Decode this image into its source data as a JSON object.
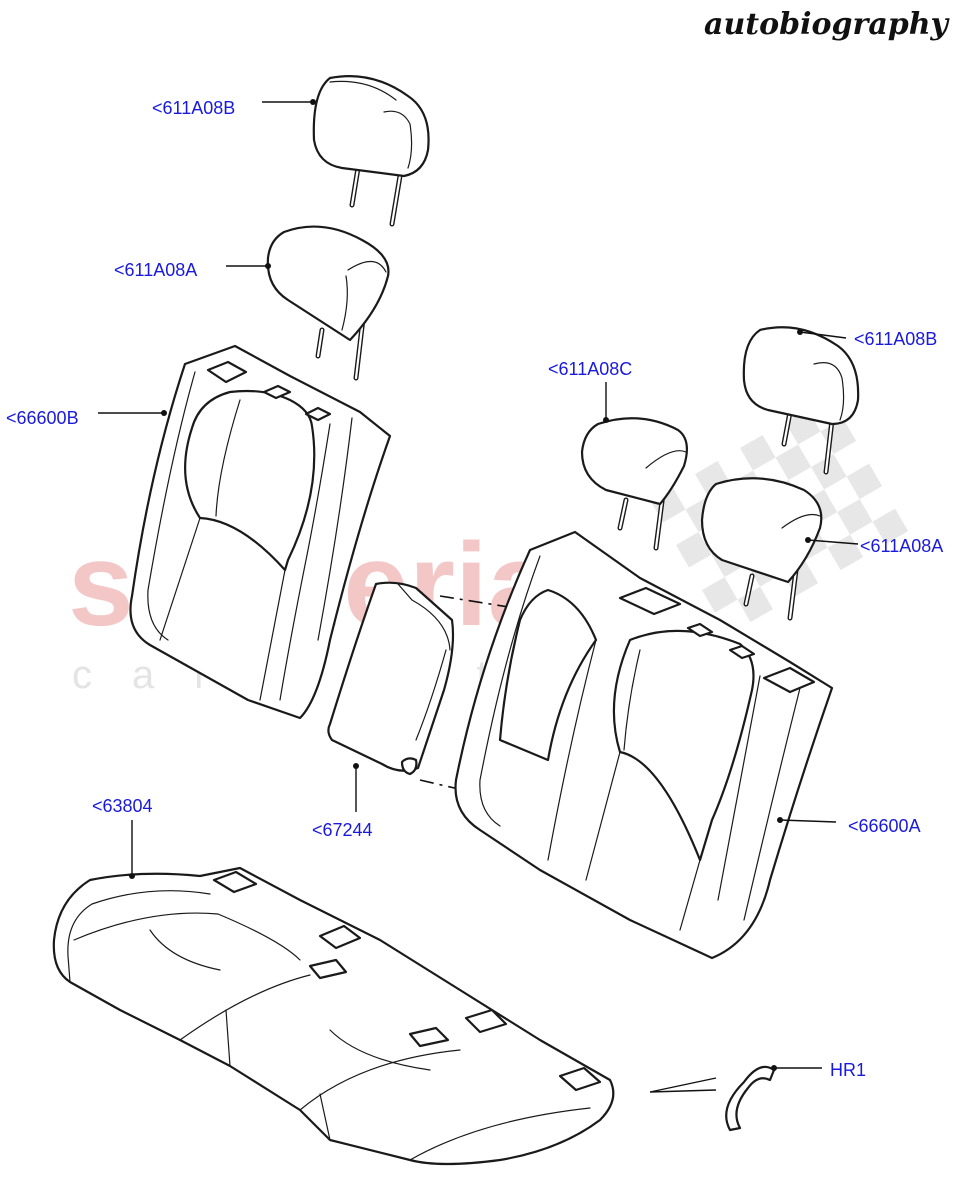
{
  "header": {
    "trim_name": "autobiography"
  },
  "watermark": {
    "main": "scuderia",
    "sub": "car parts"
  },
  "callouts": {
    "headrest_top_left": "<611A08B",
    "headrest_second_left": "<611A08A",
    "backrest_left": "<66600B",
    "headrest_centre": "<611A08C",
    "headrest_top_right": "<611A08B",
    "headrest_lower_right": "<611A08A",
    "armrest": "<67244",
    "cushion": "<63804",
    "backrest_right": "<66600A",
    "clip": "HR1"
  }
}
